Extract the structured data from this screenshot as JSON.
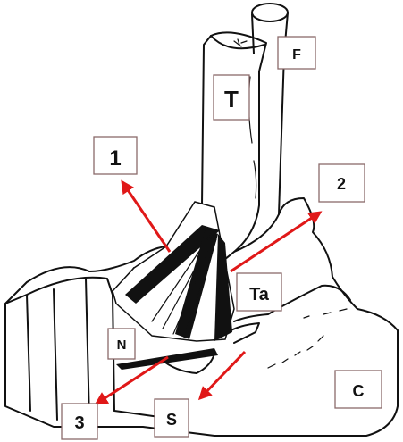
{
  "labels": {
    "fibula": "F",
    "tibia": "T",
    "arrow_1": "1",
    "arrow_2": "2",
    "talus": "Ta",
    "navicular": "N",
    "arrow_3": "3",
    "sustentaculum": "S",
    "calcaneus": "C"
  },
  "colors": {
    "arrow": "#e01818",
    "ink": "#111111",
    "label_box_border": "#8a6a6a"
  }
}
